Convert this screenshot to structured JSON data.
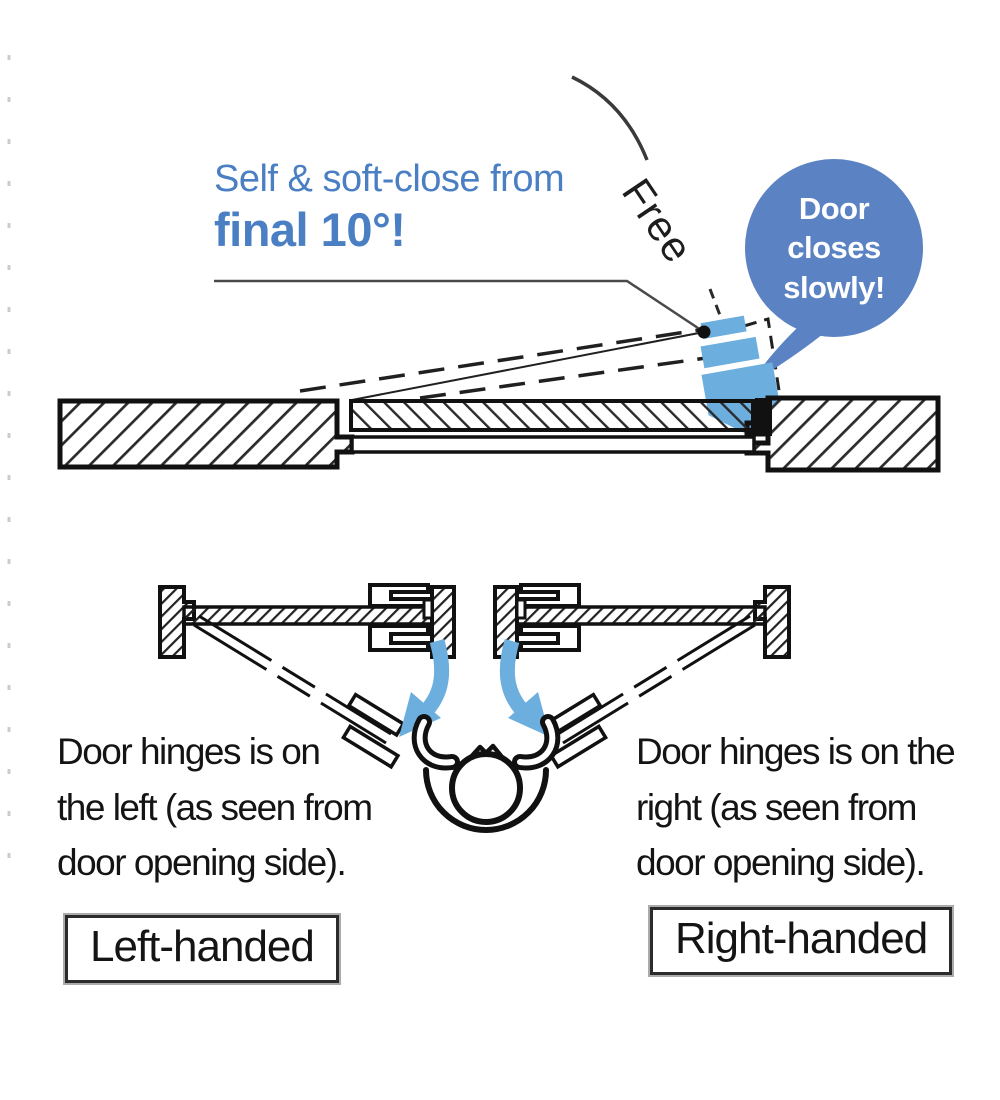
{
  "top": {
    "headline_line1": "Self & soft-close from",
    "headline_line2": "final 10°!",
    "free_label": "Free",
    "bubble": {
      "line1": "Door",
      "line2": "closes",
      "line3": "slowly!"
    }
  },
  "bottom": {
    "left": {
      "desc_line1": "Door hinges is on",
      "desc_line2": "the left (as seen from",
      "desc_line3": "door opening side).",
      "label": "Left-handed"
    },
    "right": {
      "desc_line1": "Door hinges is on the",
      "desc_line2": "right (as seen from",
      "desc_line3": "door opening side).",
      "label": "Right-handed"
    }
  },
  "colors": {
    "headline_blue": "#4a7fc4",
    "bubble_blue": "#5b82c2",
    "accent_light_blue": "#6caede",
    "line_black": "#1c1c1c"
  }
}
